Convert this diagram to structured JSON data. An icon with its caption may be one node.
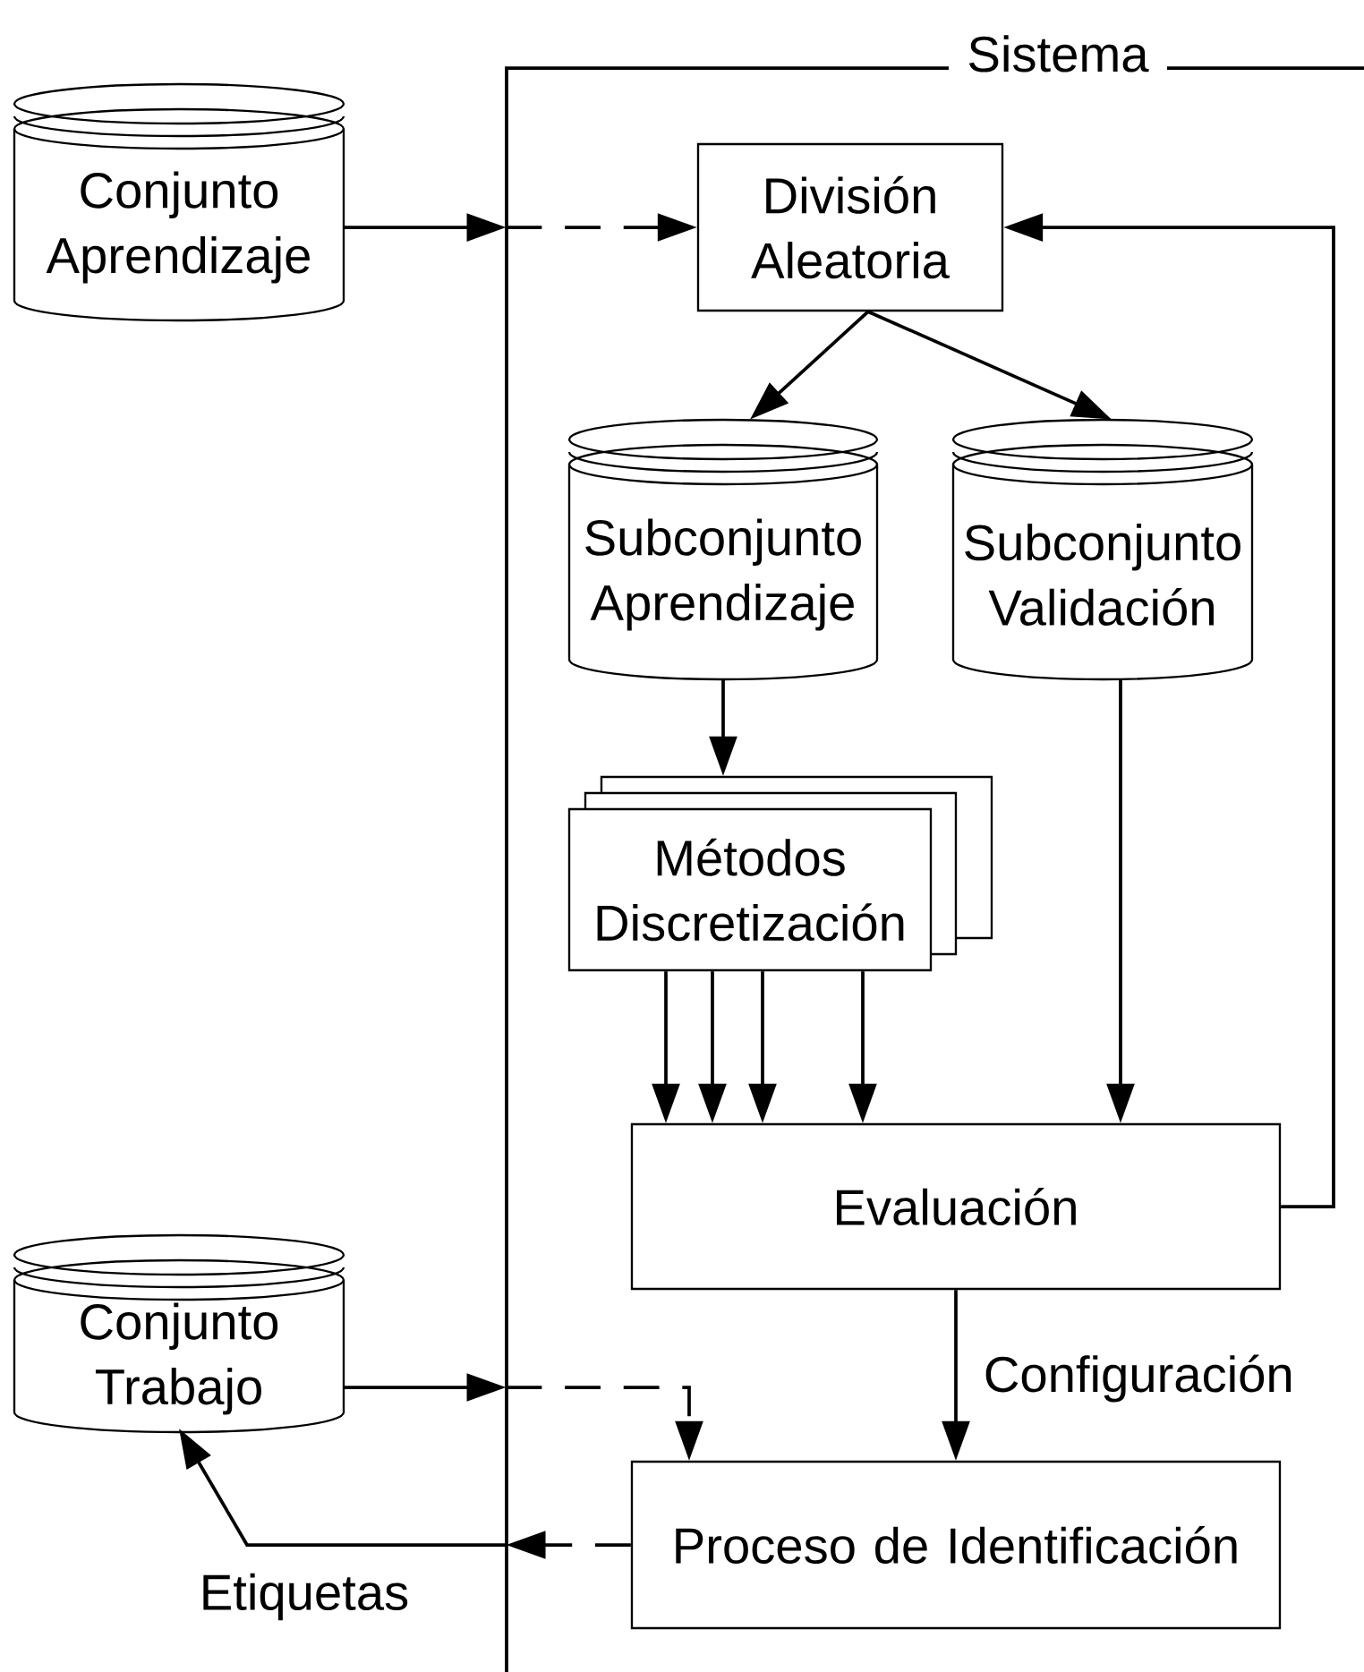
{
  "diagram": {
    "nodes": [
      {
        "text": [
          "Sistema"
        ]
      },
      {
        "text": [
          "Conjunto Aprendizaje"
        ]
      },
      {
        "text": [
          "División Aleatoria"
        ],
        "in": 0
      },
      {
        "text": [
          "Subconjunto Aprendizaje"
        ],
        "in": 0
      },
      {
        "text": [
          "Subconjunto Validación"
        ],
        "in": 0
      },
      {
        "text": [
          "Métodos Discretización"
        ],
        "in": 0
      },
      {
        "text": [
          "Evaluación"
        ],
        "in": 0
      },
      {
        "text": [
          "Conjunto Trabajo"
        ]
      },
      {
        "text": [
          "Proceso de Identificación"
        ],
        "in": 0
      }
    ],
    "edges": [
      {
        "from": 1,
        "to": 0,
        "arrow": "to"
      },
      {
        "from": 0,
        "to": 2,
        "arrow": "to",
        "style": "dashed"
      },
      {
        "from": 2,
        "to": 3,
        "arrow": "to"
      },
      {
        "from": 2,
        "to": 4,
        "arrow": "to"
      },
      {
        "from": 3,
        "to": 5,
        "arrow": "to"
      },
      {
        "from": 5,
        "to": 6,
        "arrow": "to"
      },
      {
        "from": 5,
        "to": 6,
        "arrow": "to"
      },
      {
        "from": 5,
        "to": 6,
        "arrow": "to"
      },
      {
        "from": 5,
        "to": 6,
        "arrow": "to"
      },
      {
        "from": 4,
        "to": 6,
        "arrow": "to"
      },
      {
        "from": 6,
        "to": 2,
        "arrow": "to"
      },
      {
        "from": 6,
        "to": 8,
        "arrow": "to",
        "label": "Configuración"
      },
      {
        "from": 7,
        "to": 0,
        "arrow": "to"
      },
      {
        "from": 0,
        "to": 8,
        "arrow": "to",
        "style": "dashed"
      },
      {
        "from": 8,
        "to": 0,
        "arrow": "to",
        "style": "dashed"
      },
      {
        "from": 0,
        "to": 7,
        "arrow": "to",
        "label": "Etiquetas"
      }
    ]
  }
}
